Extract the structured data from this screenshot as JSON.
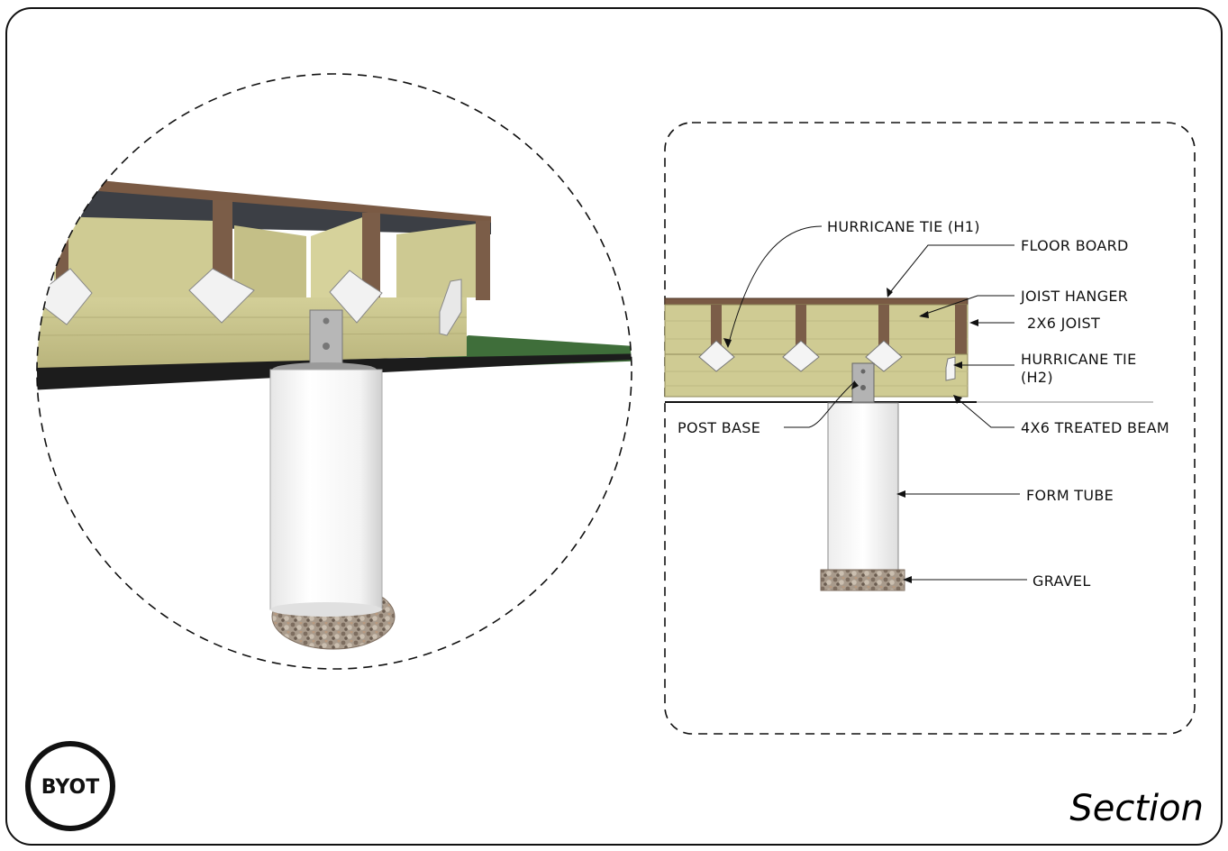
{
  "title": "Section",
  "logo": {
    "text": "BYOT"
  },
  "labels": {
    "hurricane_tie_h1": "HURRICANE TIE (H1)",
    "floor_board": "FLOOR BOARD",
    "joist_hanger": "JOIST HANGER",
    "joist_2x6": "2X6 JOIST",
    "hurricane_tie_h2_line1": "HURRICANE TIE",
    "hurricane_tie_h2_line2": "(H2)",
    "post_base": "POST BASE",
    "treated_beam_4x6": "4X6 TREATED BEAM",
    "form_tube": "FORM TUBE",
    "gravel": "GRAVEL"
  },
  "colors": {
    "wood": "#c9c48a",
    "wood_dark": "#a8a36c",
    "floor_board": "#7a5a44",
    "metal": "#c7c7c7",
    "tube": "#ffffff",
    "grass": "#3f6e3a",
    "ground": "#1c1c1c",
    "gravel": "#9c8e80"
  }
}
